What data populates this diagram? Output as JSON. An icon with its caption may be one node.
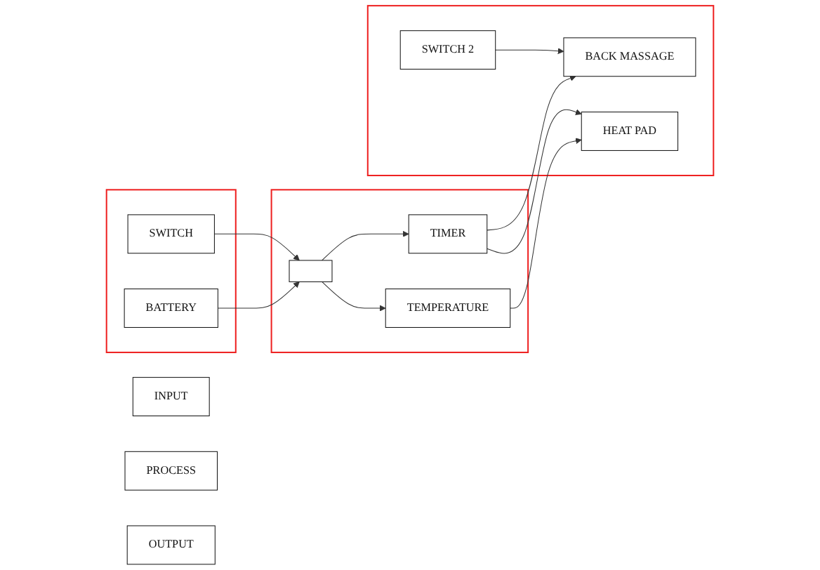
{
  "diagram": {
    "nodes": [
      {
        "text": [],
        "shape": "box"
      },
      {
        "text": [
          "SWITCH"
        ],
        "in": 0
      },
      {
        "text": [
          "BATTERY"
        ],
        "in": 0
      },
      {
        "text": [],
        "shape": "box"
      },
      {
        "text": [
          "TIMER"
        ],
        "in": 3
      },
      {
        "text": [],
        "shape": "box",
        "in": 3
      },
      {
        "text": [
          "TEMPERATURE"
        ],
        "in": 3
      },
      {
        "text": [],
        "shape": "box"
      },
      {
        "text": [
          "SWITCH 2"
        ],
        "in": 7
      },
      {
        "text": [
          "BACK MASSAGE"
        ],
        "in": 7
      },
      {
        "text": [
          "HEAT PAD"
        ],
        "in": 7
      },
      {
        "text": [
          "INPUT"
        ]
      },
      {
        "text": [
          "PROCESS"
        ]
      },
      {
        "text": [
          "OUTPUT"
        ]
      }
    ],
    "edges": [
      {
        "from": 1,
        "to": 5,
        "arrow": "to"
      },
      {
        "from": 2,
        "to": 5,
        "arrow": "to"
      },
      {
        "from": 5,
        "to": 4,
        "arrow": "to"
      },
      {
        "from": 5,
        "to": 6,
        "arrow": "to"
      },
      {
        "from": 4,
        "to": 9,
        "arrow": "to"
      },
      {
        "from": 4,
        "to": 10,
        "arrow": "to"
      },
      {
        "from": 6,
        "to": 10,
        "arrow": "to"
      },
      {
        "from": 8,
        "to": 9,
        "arrow": "to"
      }
    ]
  }
}
